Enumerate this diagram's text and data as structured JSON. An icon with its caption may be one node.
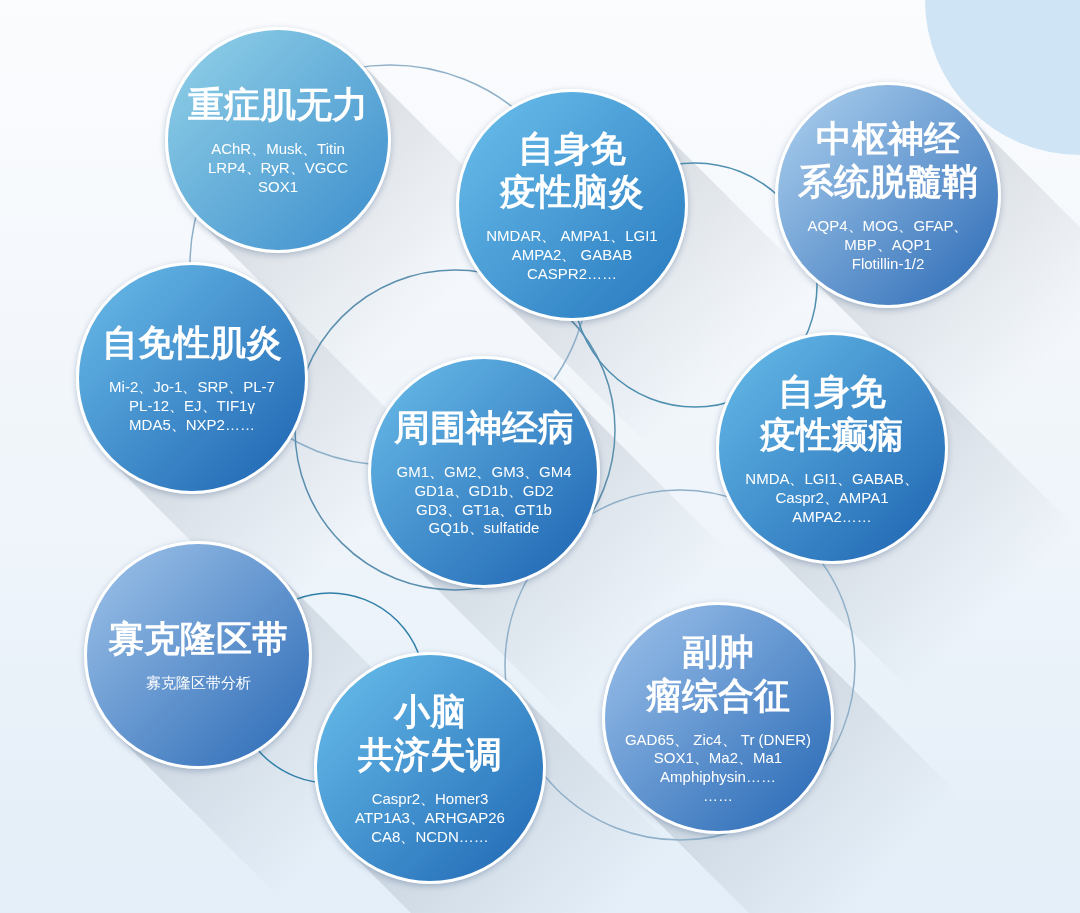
{
  "diagram": {
    "nodes": [
      {
        "text": [
          "重症肌无力",
          "AChR、Musk、Titin LRP4、RyR、VGCC SOX1"
        ]
      },
      {
        "text": [
          "自身免疫性脑炎",
          "NMDAR、 AMPA1、LGI1 AMPA2、 GABAB CASPR2……"
        ]
      },
      {
        "text": [
          "中枢神经系统脱髓鞘",
          "AQP4、MOG、GFAP、 MBP、AQP1 Flotillin-1/2"
        ]
      },
      {
        "text": [
          "自免性肌炎",
          "Mi-2、Jo-1、SRP、PL-7 PL-12、EJ、TIF1γ MDA5、NXP2……"
        ]
      },
      {
        "text": [
          "周围神经病",
          "GM1、GM2、GM3、GM4 GD1a、GD1b、GD2 GD3、GT1a、GT1b GQ1b、sulfatide"
        ]
      },
      {
        "text": [
          "自身免疫性癫痫",
          "NMDA、LGI1、GABAB、 Caspr2、AMPA1 AMPA2……"
        ]
      },
      {
        "text": [
          "寡克隆区带",
          "寡克隆区带分析"
        ]
      },
      {
        "text": [
          "小脑共济失调",
          "Caspr2、Homer3 ATP1A3、ARHGAP26 CA8、NCDN……"
        ]
      },
      {
        "text": [
          "副肿瘤综合征",
          "GAD65、 Zic4、 Tr (DNER) SOX1、Ma2、Ma1 Amphiphysin…… ……"
        ]
      }
    ]
  }
}
